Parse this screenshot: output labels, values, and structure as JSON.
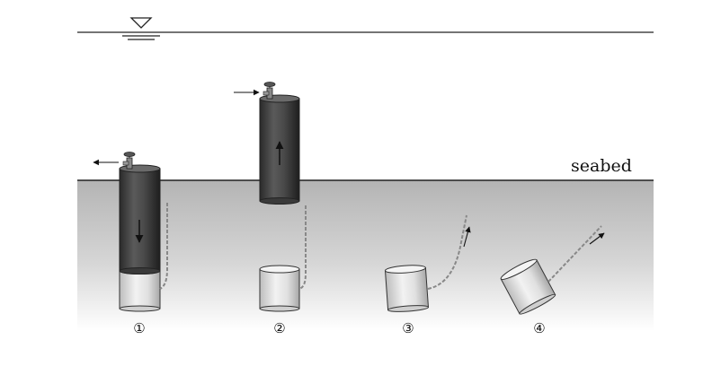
{
  "labels": {
    "seabed": "seabed",
    "steps": [
      "①",
      "②",
      "③",
      "④"
    ]
  },
  "icons": {
    "water_level": "inverted-triangle-water-level-icon",
    "valve": "valve-icon",
    "flow_arrow": "arrow-icon"
  },
  "colors": {
    "line": "#222222",
    "sediment_top": "#b8b8b8",
    "sediment_bottom": "#ffffff",
    "cylinder_dark": "#3a3a3a",
    "cylinder_light": "#e6e6e6",
    "rope": "#8a8a8a"
  }
}
